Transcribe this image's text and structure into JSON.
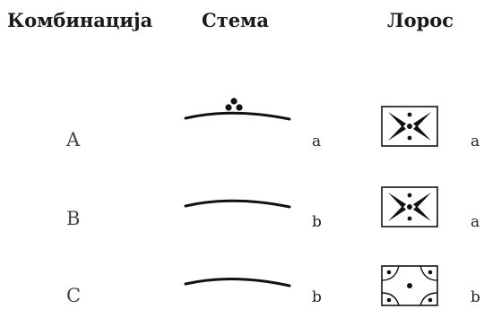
{
  "headers": {
    "combination": "Комбинација",
    "stem": "Стема",
    "lores": "Лорос"
  },
  "rows": [
    {
      "combination": "A",
      "stem_label": "a",
      "lores_label": "a",
      "stem_has_dots": true,
      "lores_pattern": "cross"
    },
    {
      "combination": "B",
      "stem_label": "b",
      "lores_label": "a",
      "stem_has_dots": false,
      "lores_pattern": "cross"
    },
    {
      "combination": "C",
      "stem_label": "b",
      "lores_label": "b",
      "stem_has_dots": false,
      "lores_pattern": "arcs"
    }
  ]
}
